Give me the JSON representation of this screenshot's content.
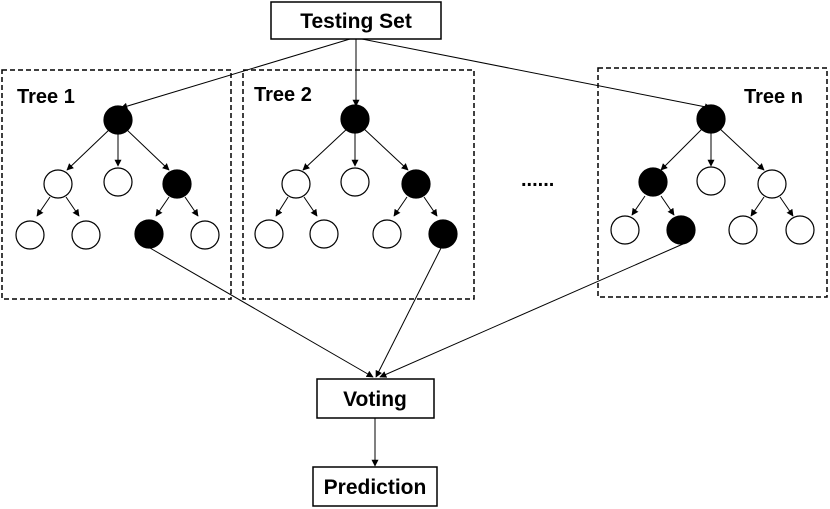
{
  "diagram": {
    "testing_set": "Testing Set",
    "voting": "Voting",
    "prediction": "Prediction",
    "ellipsis": "......",
    "trees": [
      {
        "label": "Tree 1"
      },
      {
        "label": "Tree 2"
      },
      {
        "label": "Tree n"
      }
    ]
  },
  "colors": {
    "line": "#000000",
    "node_filled": "#000000",
    "node_empty": "#ffffff",
    "background": "#ffffff"
  }
}
